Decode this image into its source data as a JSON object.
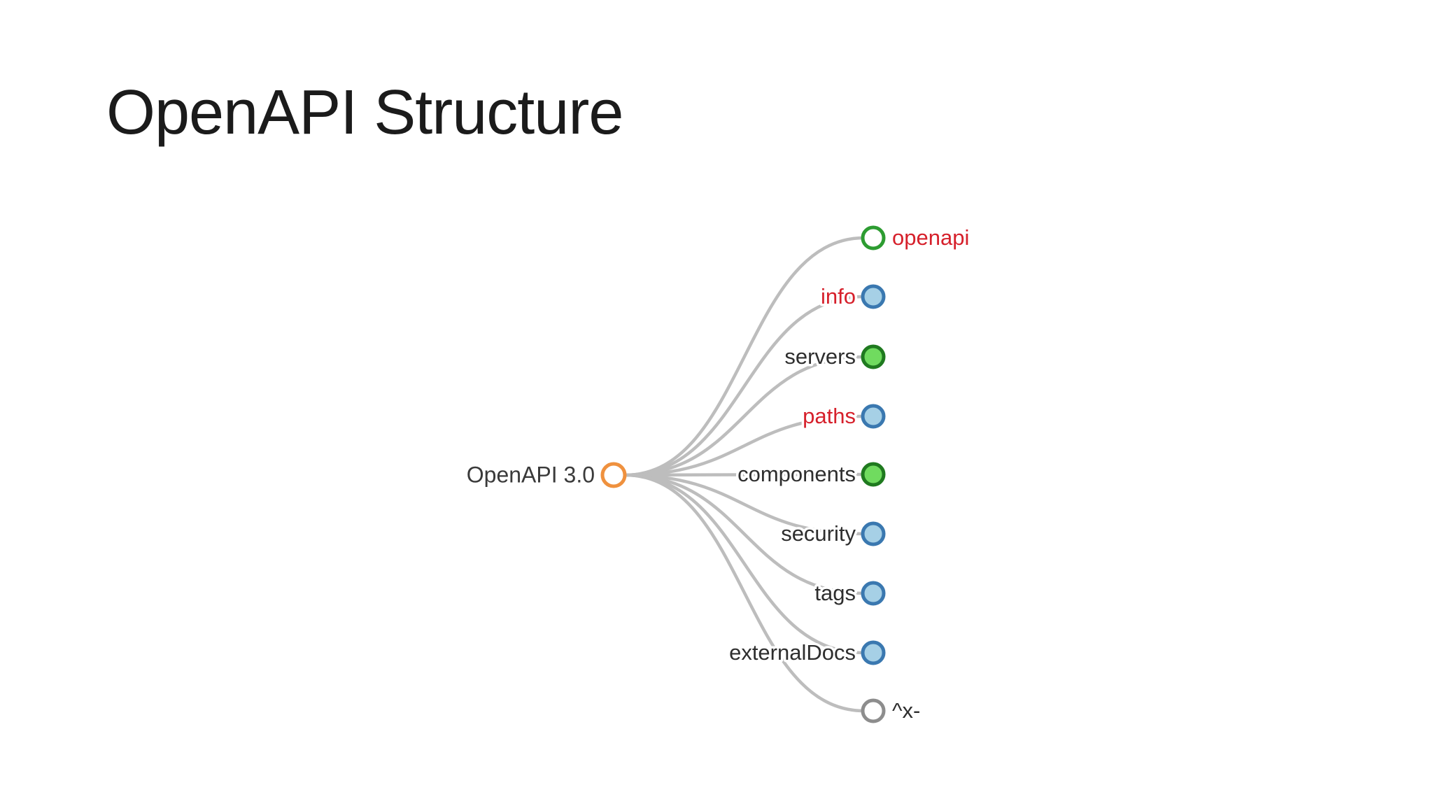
{
  "title": "OpenAPI Structure",
  "diagram": {
    "link_color": "#bdbdbd",
    "root": {
      "label": "OpenAPI 3.0",
      "label_color": "#3a3a3a",
      "fill": "#ffffff",
      "ring_color": "#ef913e"
    },
    "children": [
      {
        "label": "openapi",
        "label_color": "#d6202b",
        "label_side": "right",
        "fill": "#ffffff",
        "stroke": "#2d9c31"
      },
      {
        "label": "info",
        "label_color": "#d6202b",
        "label_side": "left",
        "fill": "#a6d0e6",
        "stroke": "#3a78b0"
      },
      {
        "label": "servers",
        "label_color": "#2e2e2e",
        "label_side": "left",
        "fill": "#70db5f",
        "stroke": "#1f7a1f"
      },
      {
        "label": "paths",
        "label_color": "#d6202b",
        "label_side": "left",
        "fill": "#a6d0e6",
        "stroke": "#3a78b0"
      },
      {
        "label": "components",
        "label_color": "#2e2e2e",
        "label_side": "left",
        "fill": "#70db5f",
        "stroke": "#1f7a1f"
      },
      {
        "label": "security",
        "label_color": "#2e2e2e",
        "label_side": "left",
        "fill": "#a6d0e6",
        "stroke": "#3a78b0"
      },
      {
        "label": "tags",
        "label_color": "#2e2e2e",
        "label_side": "left",
        "fill": "#a6d0e6",
        "stroke": "#3a78b0"
      },
      {
        "label": "externalDocs",
        "label_color": "#2e2e2e",
        "label_side": "left",
        "fill": "#a6d0e6",
        "stroke": "#3a78b0"
      },
      {
        "label": "^x-",
        "label_color": "#2e2e2e",
        "label_side": "right",
        "fill": "#ffffff",
        "stroke": "#8d8d8d"
      }
    ]
  }
}
